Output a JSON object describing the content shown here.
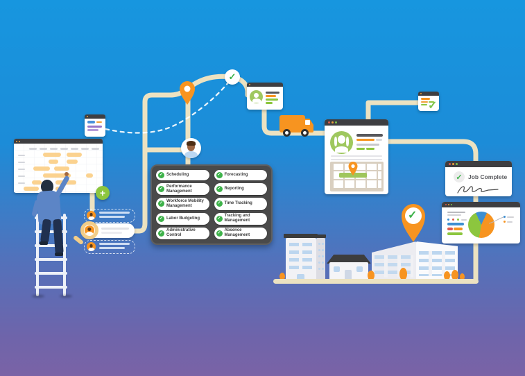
{
  "illustration": {
    "features_panel": {
      "items": [
        {
          "label": "Scheduling"
        },
        {
          "label": "Forecasting"
        },
        {
          "label": "Performance Management"
        },
        {
          "label": "Reporting"
        },
        {
          "label": "Workforce Mobility Management"
        },
        {
          "label": "Time Tracking"
        },
        {
          "label": "Labor Budgeting"
        },
        {
          "label": "Tracking and Management"
        },
        {
          "label": "Administrative Control"
        },
        {
          "label": "Absence Management"
        }
      ]
    },
    "job_card": {
      "label": "Job Complete"
    },
    "icons": {
      "check_glyph": "✓",
      "plus_glyph": "+"
    },
    "colors": {
      "background_top": "#1796DF",
      "background_bottom": "#7A63A6",
      "route_path": "#ECE2C1",
      "accent_orange": "#F79420",
      "accent_green": "#8CC63E",
      "check_green": "#3EB24A",
      "panel_dark": "#4A4A4A"
    }
  }
}
